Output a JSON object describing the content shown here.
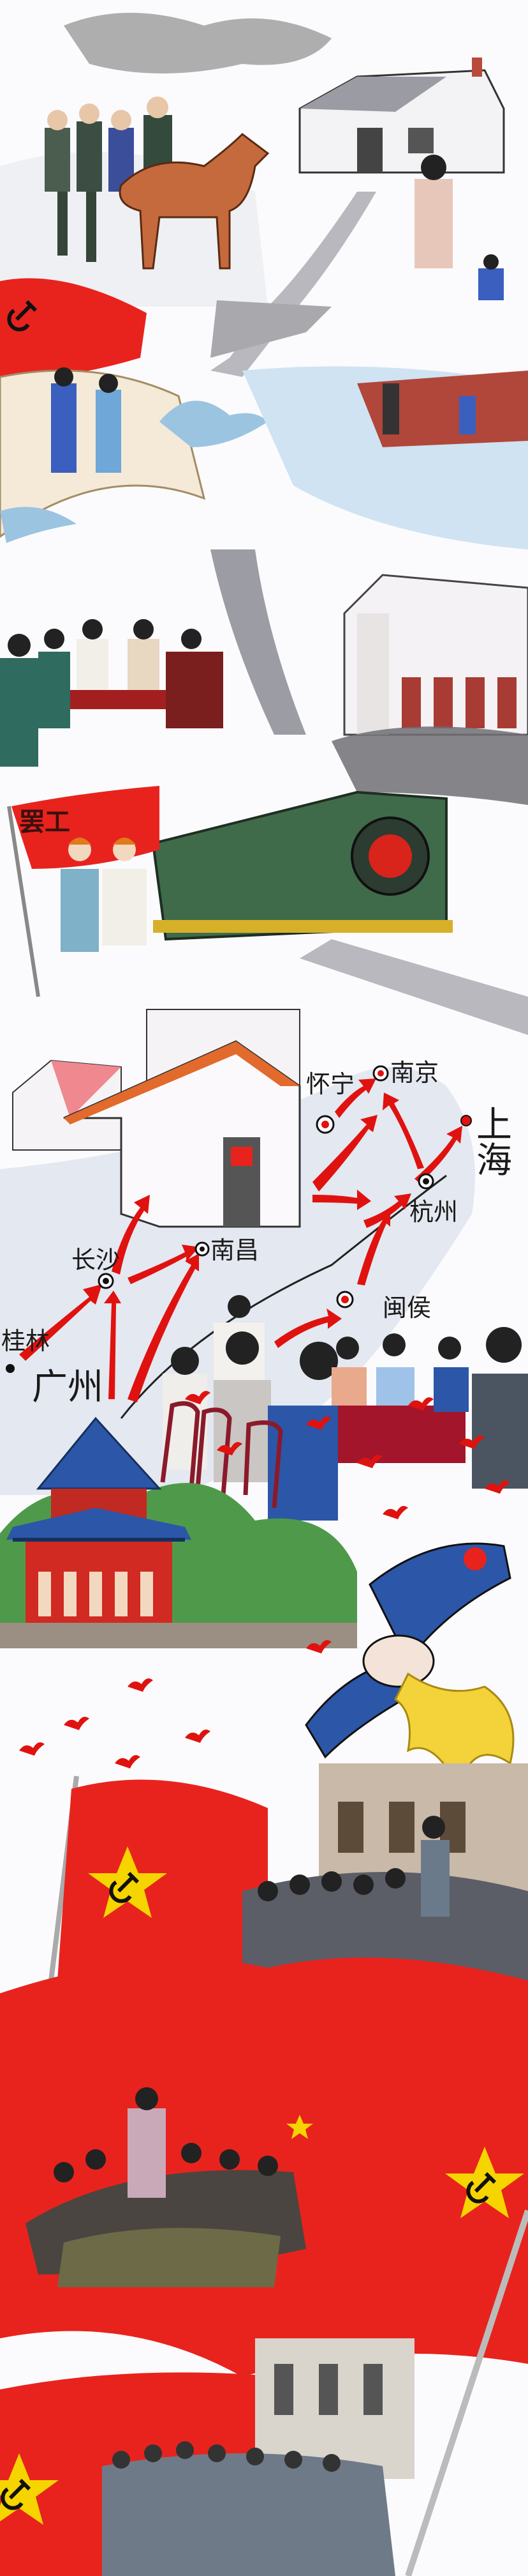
{
  "colors": {
    "flag_red": "#e8231d",
    "arrow_red": "#e0120f",
    "star_yellow": "#f5d400",
    "sky_gray": "#e4e8f0",
    "train_green": "#3f6b4a",
    "pavilion_blue": "#2c56a8",
    "ribbon_yellow": "#f3d23a"
  },
  "strike_flag": {
    "text": "罢工"
  },
  "map": {
    "cities": [
      {
        "id": "huaining",
        "label": "怀宁"
      },
      {
        "id": "nanjing",
        "label": "南京"
      },
      {
        "id": "shanghai",
        "label": "上海"
      },
      {
        "id": "hangzhou",
        "label": "杭州"
      },
      {
        "id": "nanchang",
        "label": "南昌"
      },
      {
        "id": "changsha",
        "label": "长沙"
      },
      {
        "id": "guilin",
        "label": "桂林"
      },
      {
        "id": "minhou",
        "label": "闽侯"
      },
      {
        "id": "guangzhou",
        "label": "广州"
      }
    ]
  },
  "icons": [
    "hammer-sickle-icon",
    "star-icon",
    "dove-icon",
    "red-bird-icon"
  ]
}
